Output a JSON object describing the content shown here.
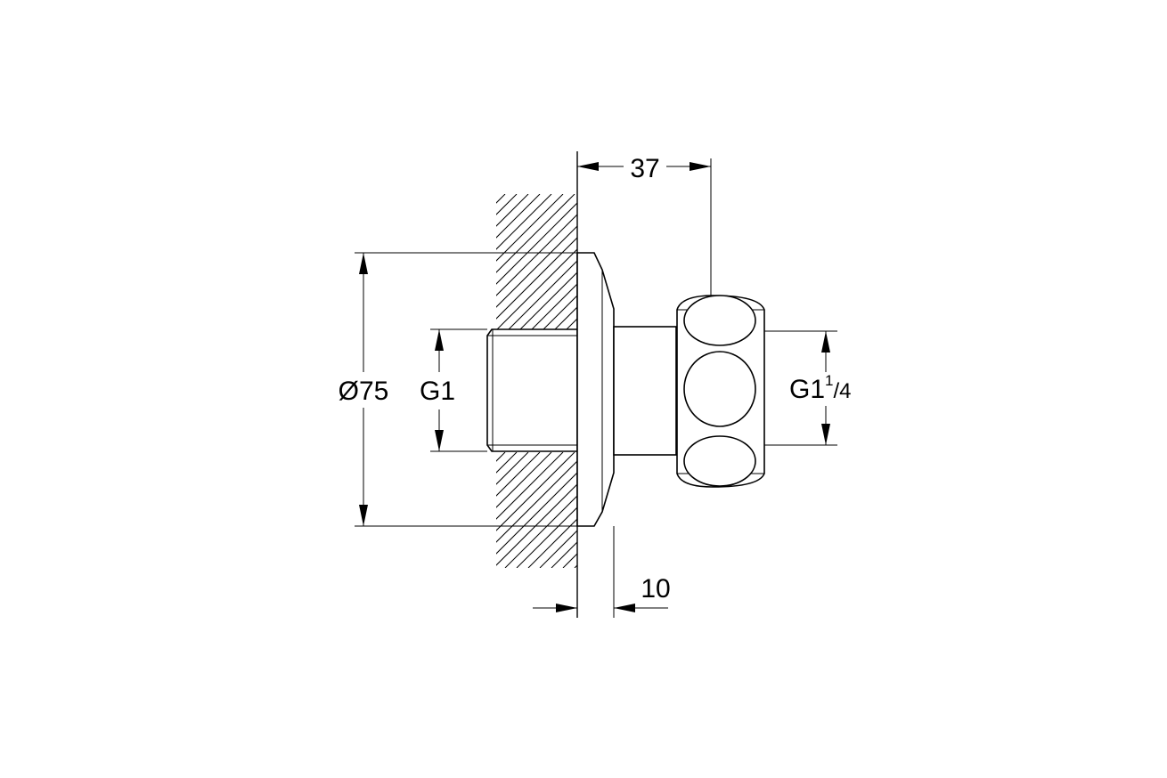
{
  "drawing": {
    "dimensions": {
      "projection_depth": "37",
      "rosette_offset": "10",
      "rosette_diameter": "Ø75",
      "inlet_thread": "G1",
      "outlet_thread_main": "G1",
      "outlet_thread_numerator": "1",
      "outlet_thread_slash_denominator": "/4"
    }
  }
}
